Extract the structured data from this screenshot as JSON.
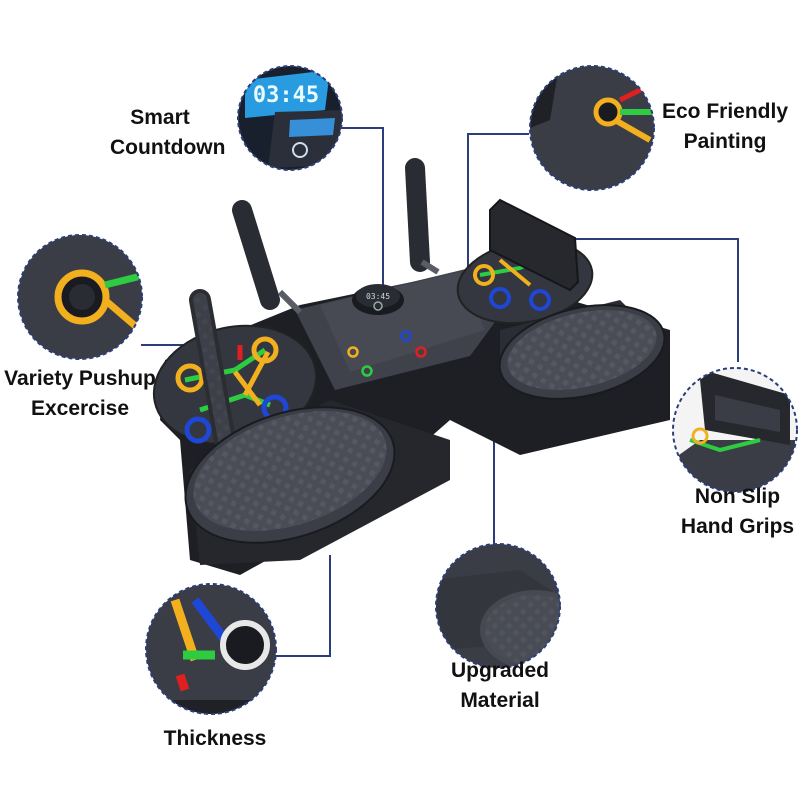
{
  "callouts": {
    "smart_countdown": {
      "line1": "Smart",
      "line2": "Countdown"
    },
    "eco_friendly": {
      "line1": "Eco Friendly",
      "line2": "Painting"
    },
    "variety_pushup": {
      "line1": "Variety Pushup",
      "line2": "Excercise"
    },
    "non_slip": {
      "line1": "Non Slip",
      "line2": "Hand Grips"
    },
    "upgraded_material": {
      "line1": "Upgraded",
      "line2": "Material"
    },
    "thickness": {
      "line1": "Thickness"
    }
  },
  "timer_display": {
    "value": "03:45"
  },
  "colors": {
    "board": "#3a3d45",
    "board_dark": "#23252b",
    "connector": "#2c3e7a",
    "accent_yellow": "#f2b01e",
    "accent_green": "#2ecc40",
    "accent_blue": "#1f47d6",
    "accent_red": "#e02020",
    "display_cyan": "#5fd8ff"
  }
}
